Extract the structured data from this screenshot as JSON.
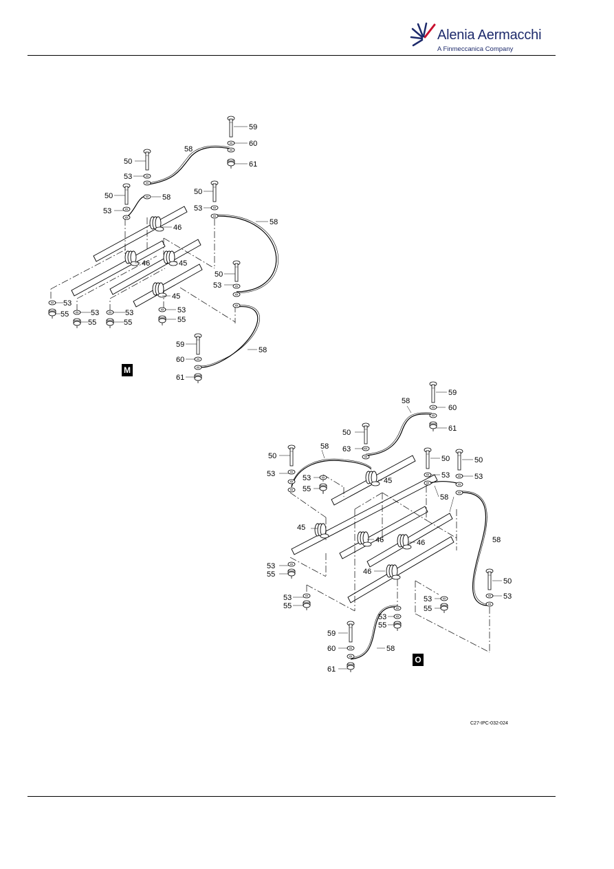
{
  "header": {
    "brand": "Alenia Aermacchi",
    "tagline": "A Finmeccanica Company",
    "logo_color": "#1d2a6b",
    "accent_color": "#c8102e",
    "logo_icon": "sunburst-icon"
  },
  "figures": [
    {
      "label": "M",
      "callouts": [
        "59",
        "60",
        "61",
        "58",
        "50",
        "53",
        "50",
        "58",
        "53",
        "46",
        "50",
        "53",
        "58",
        "46",
        "45",
        "50",
        "53",
        "45",
        "53",
        "55",
        "53",
        "55",
        "53",
        "55",
        "53",
        "55",
        "59",
        "60",
        "58",
        "61"
      ]
    },
    {
      "label": "O",
      "callouts": [
        "58",
        "59",
        "60",
        "61",
        "50",
        "63",
        "50",
        "58",
        "50",
        "50",
        "53",
        "53",
        "53",
        "55",
        "45",
        "53",
        "58",
        "45",
        "58",
        "46",
        "46",
        "53",
        "55",
        "46",
        "50",
        "53",
        "53",
        "55",
        "53",
        "55",
        "53",
        "55",
        "59",
        "58",
        "60",
        "61"
      ]
    }
  ],
  "figure_code": "C27-IPC-032-024"
}
